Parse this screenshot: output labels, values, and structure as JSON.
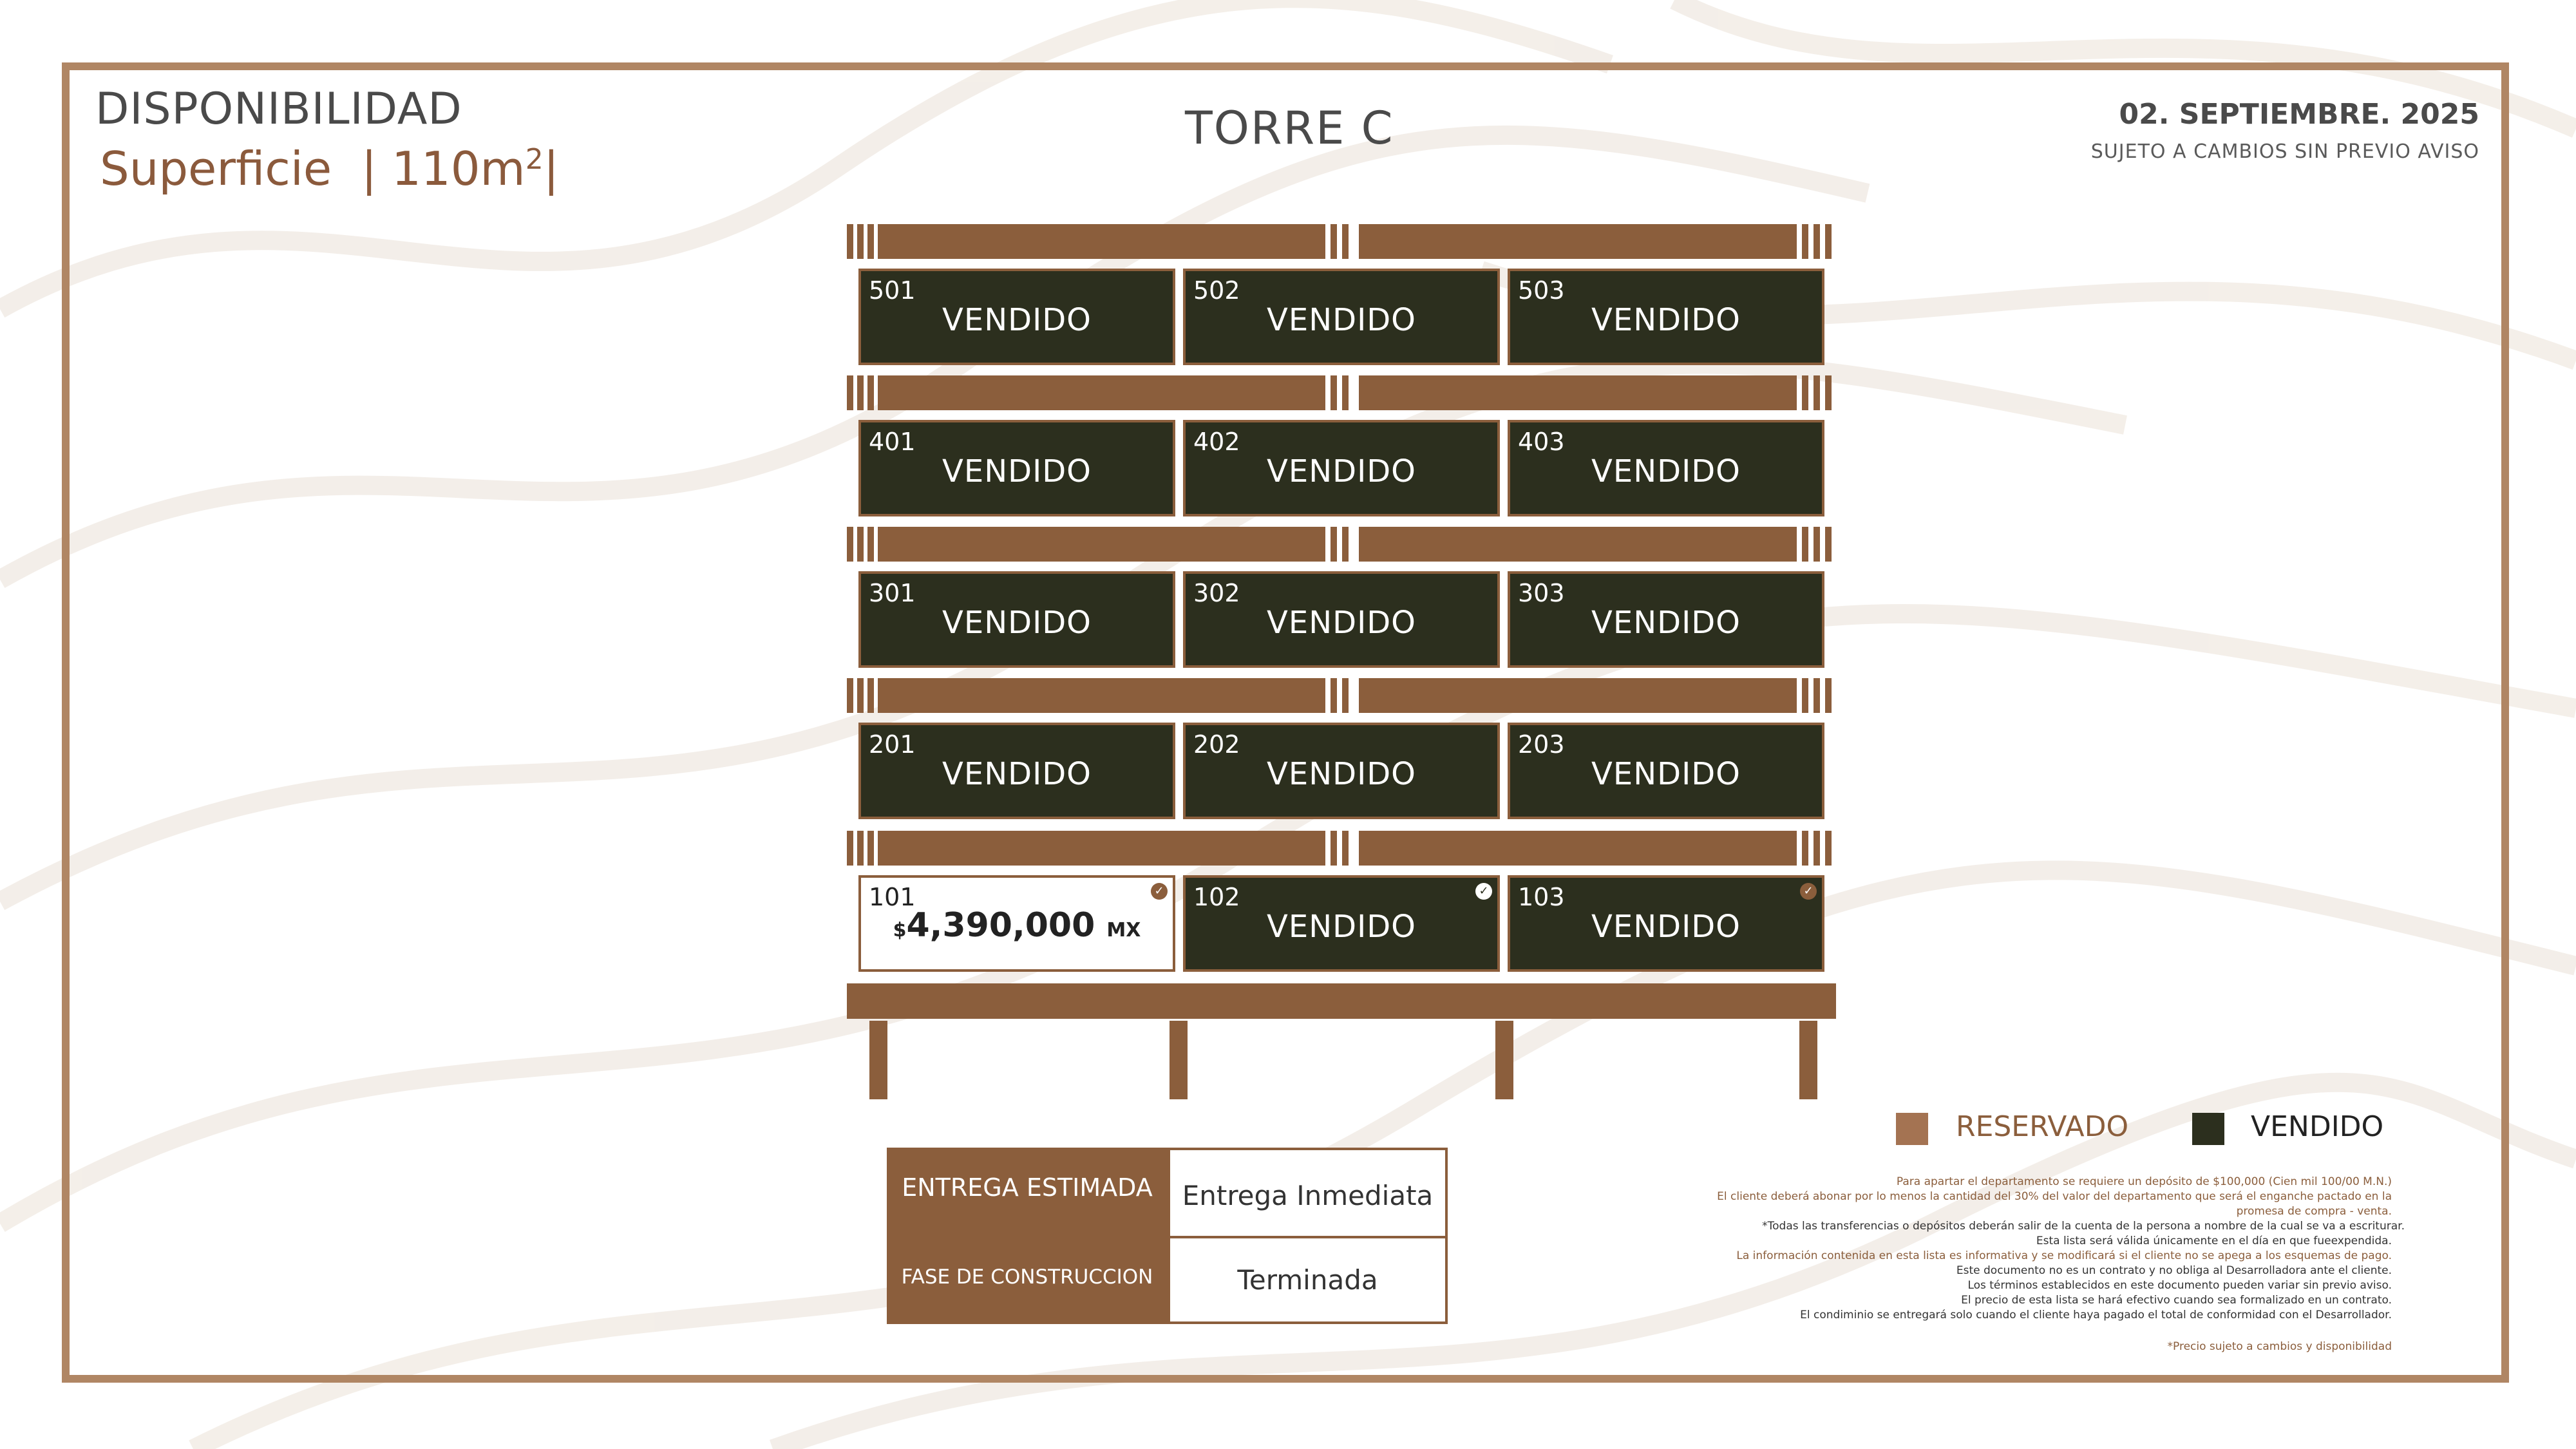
{
  "header": {
    "title": "DISPONIBILIDAD",
    "surface_label": "Superficie",
    "surface_value": "| 110m",
    "surface_sup": "2",
    "surface_end": "|",
    "tower": "TORRE C",
    "date": "02. SEPTIEMBRE. 2025",
    "subject": "SUJETO A CAMBIOS SIN PREVIO AVISO"
  },
  "units": [
    {
      "number": "501",
      "status": "VENDIDO"
    },
    {
      "number": "502",
      "status": "VENDIDO"
    },
    {
      "number": "503",
      "status": "VENDIDO"
    },
    {
      "number": "401",
      "status": "VENDIDO"
    },
    {
      "number": "402",
      "status": "VENDIDO"
    },
    {
      "number": "403",
      "status": "VENDIDO"
    },
    {
      "number": "301",
      "status": "VENDIDO"
    },
    {
      "number": "302",
      "status": "VENDIDO"
    },
    {
      "number": "303",
      "status": "VENDIDO"
    },
    {
      "number": "201",
      "status": "VENDIDO"
    },
    {
      "number": "202",
      "status": "VENDIDO"
    },
    {
      "number": "203",
      "status": "VENDIDO"
    },
    {
      "number": "101",
      "price_symbol": "$",
      "price": "4,390,000",
      "price_unit": "MX",
      "check": "✓"
    },
    {
      "number": "102",
      "status": "VENDIDO",
      "check": "✓"
    },
    {
      "number": "103",
      "status": "VENDIDO",
      "check": "✓"
    }
  ],
  "info_table": {
    "delivery_label": "ENTREGA ESTIMADA",
    "delivery_value": "Entrega Inmediata",
    "phase_label": "FASE DE CONSTRUCCION",
    "phase_value": "Terminada"
  },
  "legend": {
    "reserved": "RESERVADO",
    "sold": "VENDIDO"
  },
  "notes": [
    "Para apartar el departamento se requiere un depósito de $100,000 (Cien mil 100/00 M.N.)",
    "El cliente deberá abonar por lo menos la cantidad del 30% del valor del departamento que será el enganche pactado en la",
    "promesa de compra - venta.",
    "*Todas las transferencias o depósitos deberán salir de la cuenta de la persona a nombre de la cual se va a escriturar.",
    "Esta lista será válida únicamente en el día en que fueexpendida.",
    "La información contenida en esta lista es informativa y se modificará si el cliente no se apega a los esquemas de pago.",
    "Este documento no es un contrato y no obliga al Desarrolladora ante el cliente.",
    "Los términos establecidos en este documento pueden variar sin previo aviso.",
    "El precio de esta lista se hará efectivo cuando sea formalizado en un contrato.",
    "El condiminio se entregará solo cuando el cliente haya pagado el total de conformidad con el Desarrollador."
  ],
  "price_note": "*Precio sujeto a cambios y disponibilidad",
  "colors": {
    "brown": "#8b5e3c",
    "sold": "#2c2f1e",
    "reserved": "#a47352",
    "frame": "#b08664"
  }
}
